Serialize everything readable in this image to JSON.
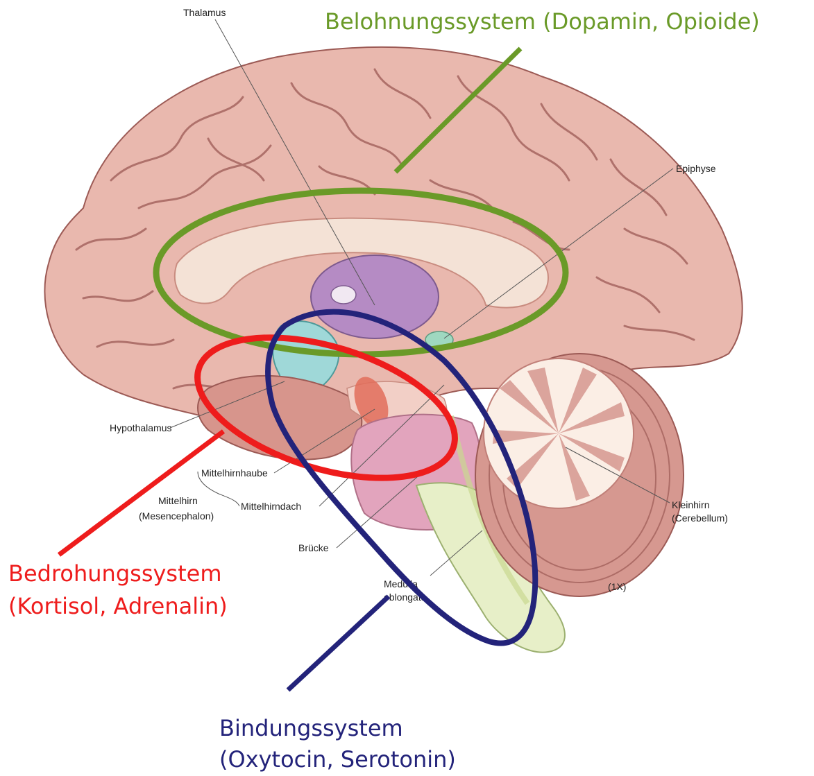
{
  "labels": {
    "thalamus": "Thalamus",
    "epiphyse": "Epiphyse",
    "hypothalamus": "Hypothalamus",
    "mittelhirnhaube": "Mittelhirnhaube",
    "mittelhirn": "Mittelhirn",
    "mesencephalon": "(Mesencephalon)",
    "mittelhirndach": "Mittelhirndach",
    "bruecke": "Brücke",
    "medulla_1": "Medulla",
    "medulla_2": "oblongata",
    "kleinhirn": "Kleinhirn",
    "cerebellum": "(Cerebellum)",
    "scale": "(1X)"
  },
  "systems": {
    "reward": {
      "label": "Belohnungssystem (Dopamin, Opioide)",
      "color": "#6a9a28"
    },
    "threat": {
      "line1": "Bedrohungssystem",
      "line2": "(Kortisol, Adrenalin)",
      "color": "#ee1c1c"
    },
    "bonding": {
      "line1": "Bindungssystem",
      "line2": "(Oxytocin, Serotonin)",
      "color": "#23237a"
    }
  },
  "colors": {
    "cortex": "#e9b8ae",
    "sulcus": "#9c5a55",
    "corpus_callosum": "#f4e2d6",
    "thalamus": "#b58bc4",
    "hypothalamus": "#9fd8d8",
    "pons": "#e2a4bd",
    "medulla": "#e7efc8",
    "cerebellum": "#d69890",
    "cerebellum_white": "#fbeee5"
  }
}
